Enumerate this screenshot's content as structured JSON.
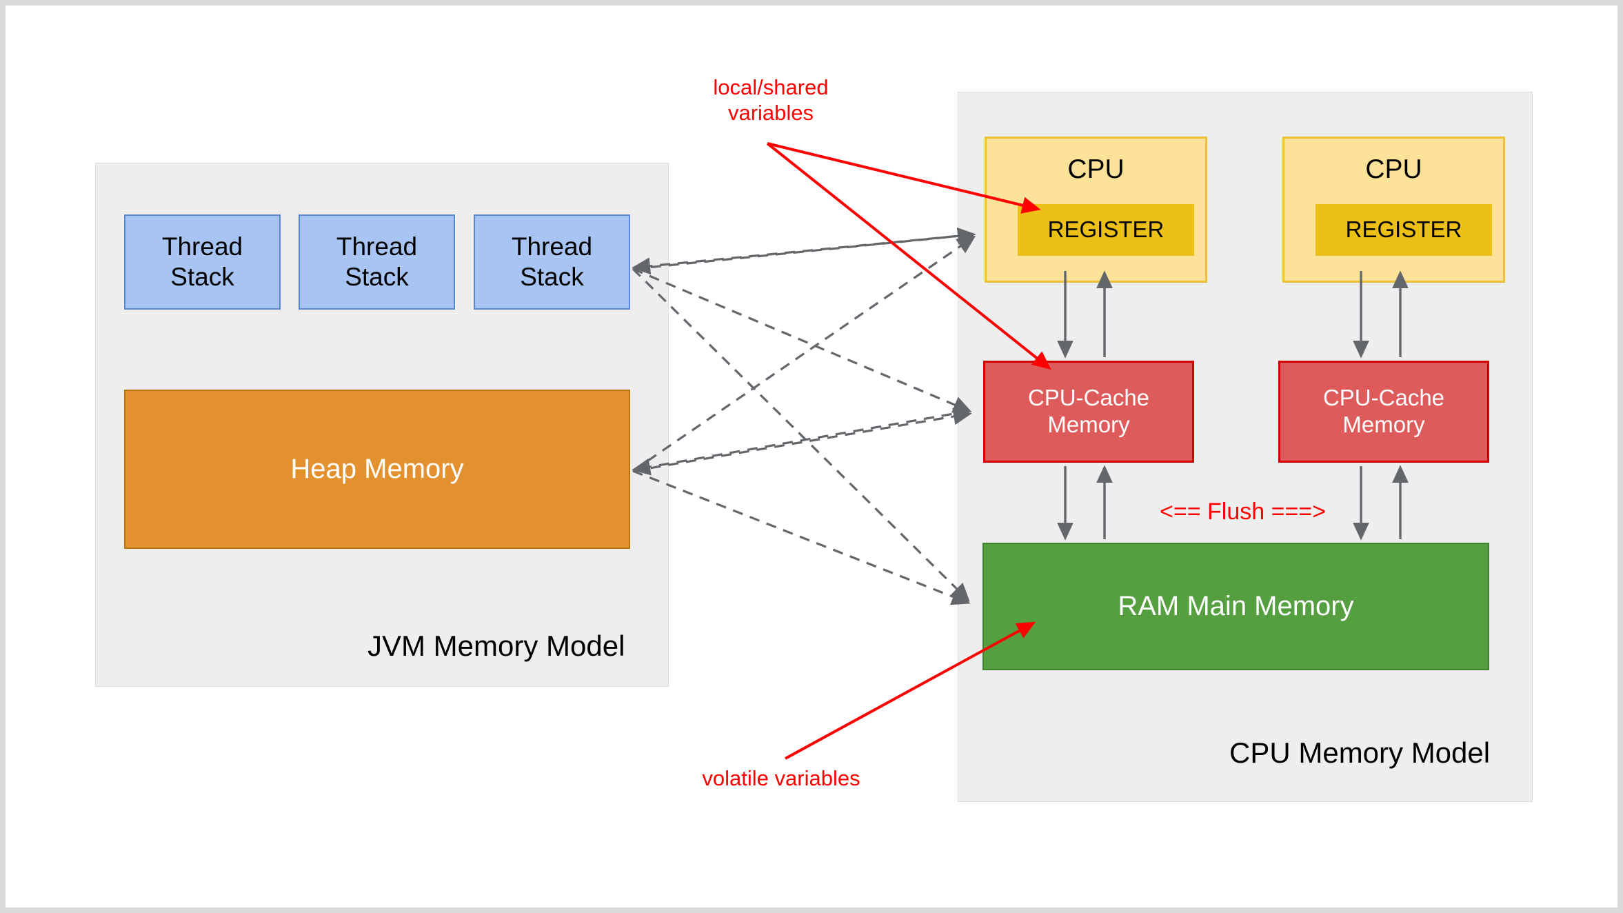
{
  "diagram": {
    "title_left": "JVM Memory Model",
    "title_right": "CPU Memory Model"
  },
  "jvm": {
    "panel_label": "JVM Memory Model",
    "thread_stacks": [
      {
        "label": "Thread\nStack"
      },
      {
        "label": "Thread\nStack"
      },
      {
        "label": "Thread\nStack"
      }
    ],
    "heap": {
      "label": "Heap Memory"
    }
  },
  "cpu_model": {
    "panel_label": "CPU Memory Model",
    "cpus": [
      {
        "label": "CPU",
        "register_label": "REGISTER",
        "cache_label": "CPU-Cache\nMemory"
      },
      {
        "label": "CPU",
        "register_label": "REGISTER",
        "cache_label": "CPU-Cache\nMemory"
      }
    ],
    "ram": {
      "label": "RAM Main Memory"
    },
    "flush_label": "<== Flush ===>"
  },
  "annotations": {
    "local_shared": "local/shared\nvariables",
    "volatile": "volatile variables"
  },
  "colors": {
    "thread_stack_fill": "#a8c4f2",
    "thread_stack_border": "#5b87d4",
    "heap_fill": "#e3912e",
    "heap_border": "#b8740f",
    "cpu_fill": "#fde399",
    "cpu_border": "#eec03a",
    "register_fill": "#ecc017",
    "cache_fill": "#dd5b5b",
    "cache_border": "#d00000",
    "ram_fill": "#559f41",
    "ram_border": "#3f7f2f",
    "panel_fill": "#eeeeee",
    "annotation_red": "#ff0000",
    "arrow_gray": "#63666a"
  }
}
